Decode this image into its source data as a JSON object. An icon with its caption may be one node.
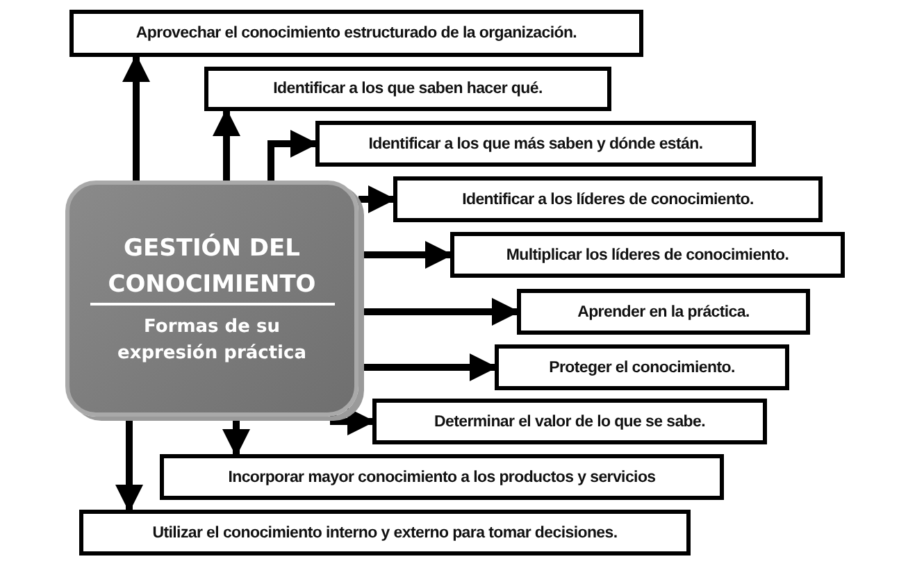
{
  "diagram": {
    "nodes": [
      {
        "text": [
          "GESTIÓN DEL CONOCIMIENTO",
          "Formas de su expresión práctica"
        ]
      },
      {
        "text": [
          "Aprovechar el conocimiento estructurado de la organización."
        ]
      },
      {
        "text": [
          "Identificar a los que saben hacer qué."
        ]
      },
      {
        "text": [
          "Identificar a los que más saben y dónde están."
        ]
      },
      {
        "text": [
          "Identificar a los líderes de conocimiento."
        ]
      },
      {
        "text": [
          "Multiplicar  los líderes de conocimiento."
        ]
      },
      {
        "text": [
          "Aprender en la práctica."
        ]
      },
      {
        "text": [
          "Proteger el conocimiento."
        ]
      },
      {
        "text": [
          "Determinar el valor de lo que se sabe."
        ]
      },
      {
        "text": [
          "Incorporar mayor conocimiento a los productos y servicios"
        ]
      },
      {
        "text": [
          "Utilizar el conocimiento interno y externo para tomar decisiones."
        ]
      }
    ],
    "edges": [
      {
        "from": 0,
        "to": 1,
        "arrow": "to"
      },
      {
        "from": 0,
        "to": 2,
        "arrow": "to"
      },
      {
        "from": 0,
        "to": 3,
        "arrow": "to"
      },
      {
        "from": 0,
        "to": 4,
        "arrow": "to"
      },
      {
        "from": 0,
        "to": 5,
        "arrow": "to"
      },
      {
        "from": 0,
        "to": 6,
        "arrow": "to"
      },
      {
        "from": 0,
        "to": 7,
        "arrow": "to"
      },
      {
        "from": 0,
        "to": 8,
        "arrow": "to"
      },
      {
        "from": 0,
        "to": 9,
        "arrow": "to"
      },
      {
        "from": 0,
        "to": 10,
        "arrow": "to"
      }
    ]
  }
}
